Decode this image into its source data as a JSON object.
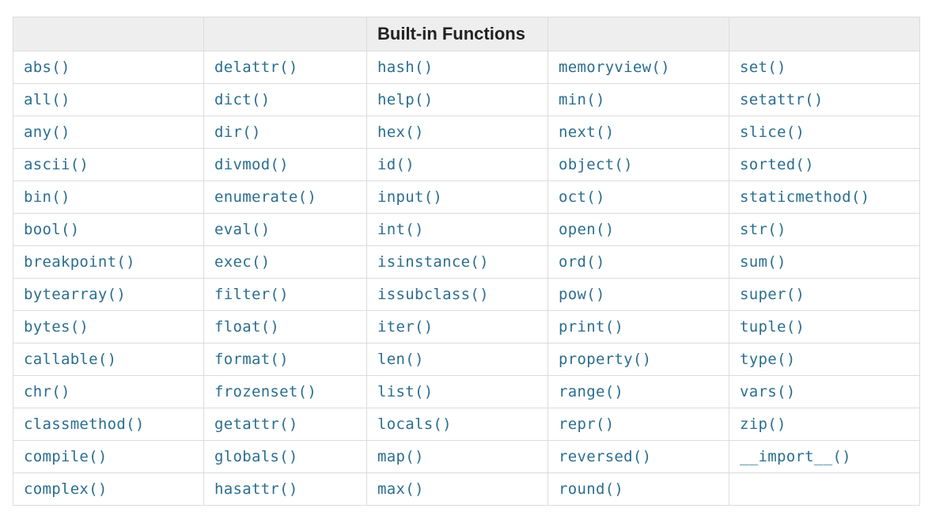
{
  "table": {
    "header": [
      "",
      "",
      "Built-in Functions",
      "",
      ""
    ],
    "rows": [
      [
        "abs()",
        "delattr()",
        "hash()",
        "memoryview()",
        "set()"
      ],
      [
        "all()",
        "dict()",
        "help()",
        "min()",
        "setattr()"
      ],
      [
        "any()",
        "dir()",
        "hex()",
        "next()",
        "slice()"
      ],
      [
        "ascii()",
        "divmod()",
        "id()",
        "object()",
        "sorted()"
      ],
      [
        "bin()",
        "enumerate()",
        "input()",
        "oct()",
        "staticmethod()"
      ],
      [
        "bool()",
        "eval()",
        "int()",
        "open()",
        "str()"
      ],
      [
        "breakpoint()",
        "exec()",
        "isinstance()",
        "ord()",
        "sum()"
      ],
      [
        "bytearray()",
        "filter()",
        "issubclass()",
        "pow()",
        "super()"
      ],
      [
        "bytes()",
        "float()",
        "iter()",
        "print()",
        "tuple()"
      ],
      [
        "callable()",
        "format()",
        "len()",
        "property()",
        "type()"
      ],
      [
        "chr()",
        "frozenset()",
        "list()",
        "range()",
        "vars()"
      ],
      [
        "classmethod()",
        "getattr()",
        "locals()",
        "repr()",
        "zip()"
      ],
      [
        "compile()",
        "globals()",
        "map()",
        "reversed()",
        "__import__()"
      ],
      [
        "complex()",
        "hasattr()",
        "max()",
        "round()",
        ""
      ]
    ]
  },
  "colors": {
    "link": "#2b6e8f",
    "header_bg": "#eeeeee",
    "border": "#dcdcdc"
  }
}
